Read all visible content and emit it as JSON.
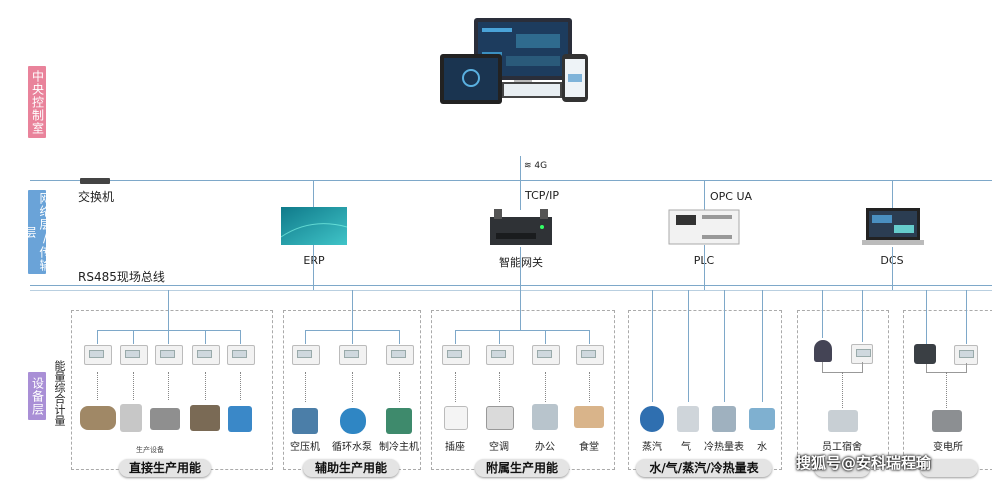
{
  "layers": {
    "central": "中央控制室",
    "network": "网络层/传输层",
    "device": "设备层"
  },
  "network": {
    "wireless": "4G",
    "switch": "交换机",
    "bus": "RS485现场总线",
    "protocol_tcp": "TCP/IP",
    "protocol_opc": "OPC UA",
    "nodes": [
      "ERP",
      "智能网关",
      "PLC",
      "DCS"
    ]
  },
  "metering_label": "能量综合计量",
  "groups": [
    {
      "name": "直接生产用能",
      "devices": [],
      "caption": "生产设备"
    },
    {
      "name": "辅助生产用能",
      "devices": [
        "空压机",
        "循环水泵",
        "制冷主机"
      ]
    },
    {
      "name": "附属生产用能",
      "devices": [
        "插座",
        "空调",
        "办公",
        "食堂"
      ]
    },
    {
      "name": "水/气/蒸汽/冷热量表",
      "devices": [
        "蒸汽",
        "气",
        "冷热量表",
        "水"
      ]
    },
    {
      "name": "",
      "devices": [
        "员工宿舍"
      ]
    },
    {
      "name": "",
      "devices": [
        "变电所"
      ]
    }
  ],
  "watermark": "搜狐号@安科瑞程瑜",
  "colors": {
    "central": "#e9839b",
    "network": "#6aa3d8",
    "device": "#a98fd6",
    "line": "#7ea8c9"
  }
}
